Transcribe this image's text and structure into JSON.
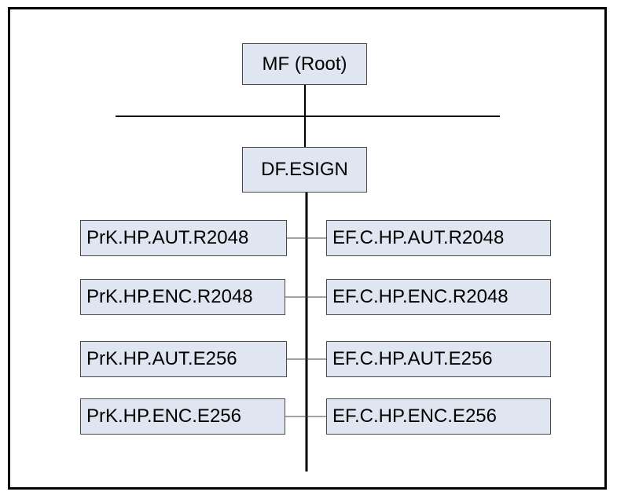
{
  "diagram": {
    "root": {
      "label": "MF (Root)"
    },
    "dedicated_file": {
      "label": "DF.ESIGN"
    },
    "private_keys": [
      {
        "label": "PrK.HP.AUT.R2048"
      },
      {
        "label": "PrK.HP.ENC.R2048"
      },
      {
        "label": "PrK.HP.AUT.E256"
      },
      {
        "label": "PrK.HP.ENC.E256"
      }
    ],
    "elementary_files": [
      {
        "label": "EF.C.HP.AUT.R2048"
      },
      {
        "label": "EF.C.HP.ENC.R2048"
      },
      {
        "label": "EF.C.HP.AUT.E256"
      },
      {
        "label": "EF.C.HP.ENC.E256"
      }
    ]
  },
  "colors": {
    "box_fill": "#dfe5f1",
    "box_border": "#4a4a4a",
    "line": "#000000"
  }
}
